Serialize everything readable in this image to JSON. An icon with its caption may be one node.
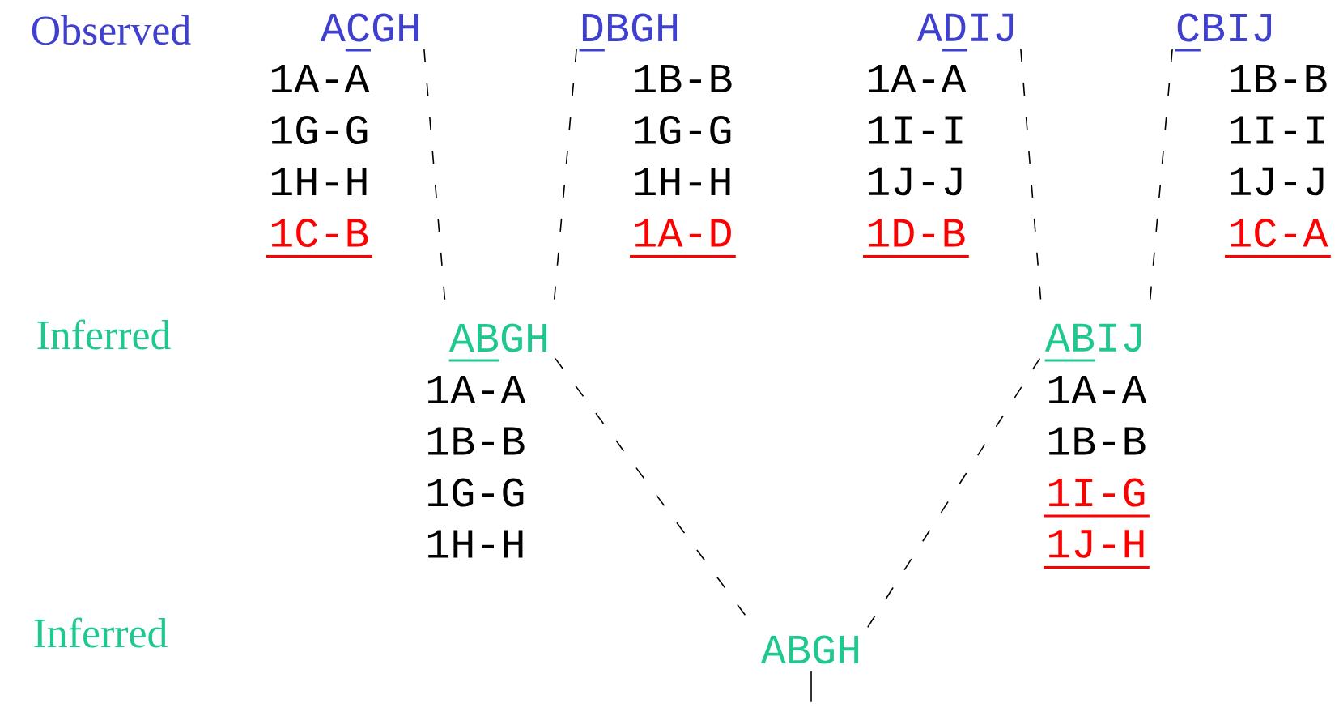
{
  "diagram": {
    "nodes": [
      {
        "text": [
          "ACGH"
        ],
        "beside": [
          "1A-A",
          "1G-G",
          "1H-H",
          "1C-B"
        ]
      },
      {
        "text": [
          "DBGH"
        ],
        "beside": [
          "1B-B",
          "1G-G",
          "1H-H",
          "1A-D"
        ]
      },
      {
        "text": [
          "ADIJ"
        ],
        "beside": [
          "1A-A",
          "1I-I",
          "1J-J",
          "1D-B"
        ]
      },
      {
        "text": [
          "CBIJ"
        ],
        "beside": [
          "1B-B",
          "1I-I",
          "1J-J",
          "1C-A"
        ]
      },
      {
        "text": [
          "ABGH"
        ],
        "beside": [
          "1A-A",
          "1B-B",
          "1G-G",
          "1H-H"
        ]
      },
      {
        "text": [
          "ABIJ"
        ],
        "beside": [
          "1A-A",
          "1B-B",
          "1I-G",
          "1J-H"
        ]
      },
      {
        "text": [
          "ABGH"
        ]
      }
    ],
    "edges": [
      {
        "from": 0,
        "to": 4,
        "arrow": "none",
        "style": "dashed"
      },
      {
        "from": 1,
        "to": 4,
        "arrow": "none",
        "style": "dashed"
      },
      {
        "from": 2,
        "to": 5,
        "arrow": "none",
        "style": "dashed"
      },
      {
        "from": 3,
        "to": 5,
        "arrow": "none",
        "style": "dashed"
      },
      {
        "from": 4,
        "to": 6,
        "arrow": "none",
        "style": "dashed"
      },
      {
        "from": 5,
        "to": 6,
        "arrow": "none",
        "style": "dashed"
      },
      {
        "from": 6,
        "to": null,
        "arrow": "none"
      }
    ],
    "labels": [
      "Observed",
      "Inferred",
      "Inferred"
    ]
  }
}
